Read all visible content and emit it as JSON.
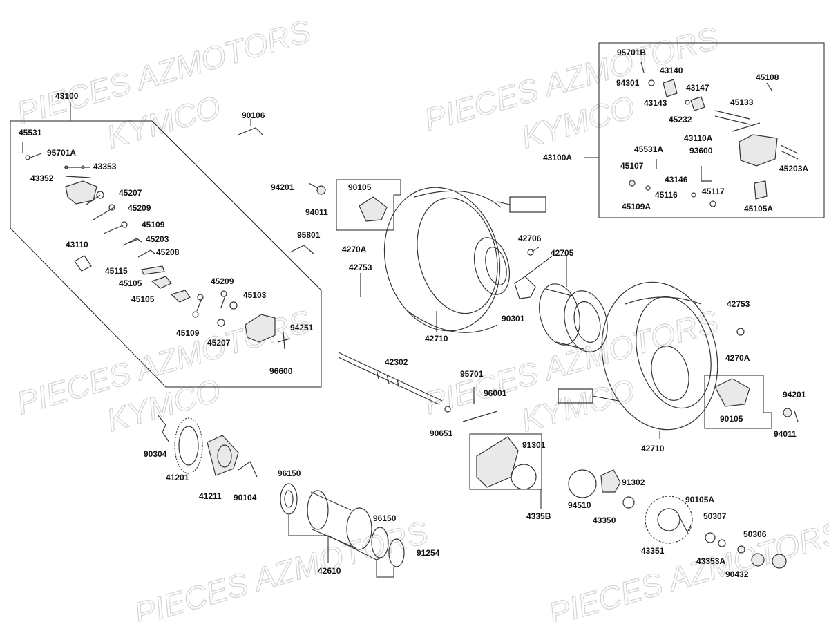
{
  "watermarks": [
    "PIECES AZMOTORS",
    "KYMCO"
  ],
  "labels": {
    "l43100": "43100",
    "l45531": "45531",
    "l95701A": "95701A",
    "l43353": "43353",
    "l43352": "43352",
    "l45207a": "45207",
    "l45209a": "45209",
    "l45109a": "45109",
    "l45203": "45203",
    "l43110": "43110",
    "l45208": "45208",
    "l45115": "45115",
    "l45105a": "45105",
    "l45105b": "45105",
    "l45209b": "45209",
    "l45103": "45103",
    "l94251": "94251",
    "l45109b": "45109",
    "l45207b": "45207",
    "l96600": "96600",
    "l90106": "90106",
    "l94201a": "94201",
    "l94011a": "94011",
    "l90105a": "90105",
    "l4270Aa": "4270A",
    "l95801": "95801",
    "l42753a": "42753",
    "l42710a": "42710",
    "l42706": "42706",
    "l42705": "42705",
    "l90301": "90301",
    "l42302": "42302",
    "l95701": "95701",
    "l96001": "96001",
    "l90651": "90651",
    "l91301": "91301",
    "l4335B": "4335B",
    "l42753b": "42753",
    "l4270Ab": "4270A",
    "l90105b": "90105",
    "l94201b": "94201",
    "l94011b": "94011",
    "l42710b": "42710",
    "l90304": "90304",
    "l41201": "41201",
    "l41211": "41211",
    "l90104": "90104",
    "l96150a": "96150",
    "l96150b": "96150",
    "l91254": "91254",
    "l42610": "42610",
    "l94510": "94510",
    "l43350": "43350",
    "l91302": "91302",
    "l90105A": "90105A",
    "l50307": "50307",
    "l43351": "43351",
    "l43353A": "43353A",
    "l50306": "50306",
    "l90432": "90432",
    "l95701B": "95701B",
    "l43140": "43140",
    "l94301": "94301",
    "l45108": "45108",
    "l43147": "43147",
    "l43143": "43143",
    "l45133": "45133",
    "l45232": "45232",
    "l43110A": "43110A",
    "l43100A": "43100A",
    "l45531A": "45531A",
    "l93600": "93600",
    "l45107": "45107",
    "l45203A": "45203A",
    "l43146": "43146",
    "l45116": "45116",
    "l45117": "45117",
    "l45109A": "45109A",
    "l45105A": "45105A"
  }
}
